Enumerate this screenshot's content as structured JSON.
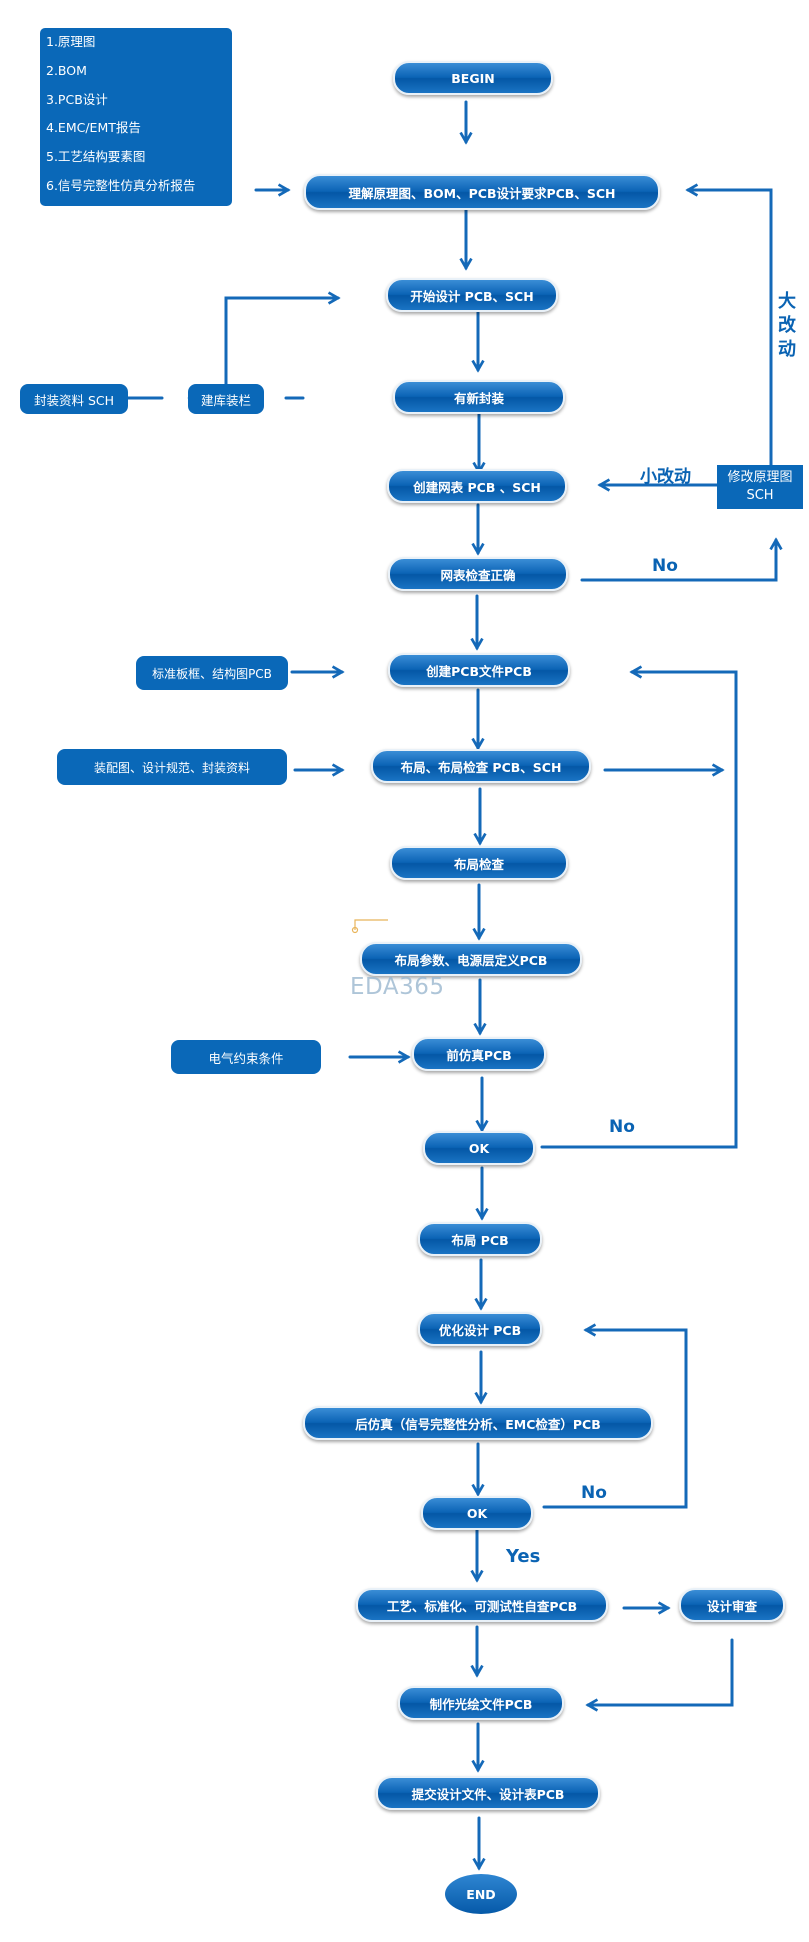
{
  "legend": [
    "1.原理图",
    "2.BOM",
    "3.PCB设计",
    "4.EMC/EMT报告",
    "5.工艺结构要素图",
    "6.信号完整性仿真分析报告"
  ],
  "nodes": {
    "begin": "BEGIN",
    "understand": "理解原理图、BOM、PCB设计要求PCB、SCH",
    "start_design": "开始设计 PCB、SCH",
    "new_package": "有新封装",
    "pkg_data_sch": "封装资料 SCH",
    "build_lib": "建库装栏",
    "create_netlist": "创建网表 PCB 、SCH",
    "modify_sch": "修改原理图SCH",
    "netlist_check": "网表检查正确",
    "create_pcb_file": "创建PCB文件PCB",
    "std_board": "标准板框、结构图PCB",
    "layout": "布局、布局检查 PCB、SCH",
    "assembly": "装配图、设计规范、封装资料",
    "layout_check": "布局检查",
    "layout_params": "布局参数、电源层定义PCB",
    "elec_constraints": "电气约束条件",
    "pre_sim": "前仿真PCB",
    "ok1": "OK",
    "routing": "布局 PCB",
    "optimize": "优化设计 PCB",
    "post_sim": "后仿真（信号完整性分析、EMC检查）PCB",
    "ok2": "OK",
    "process_check": "工艺、标准化、可测试性自查PCB",
    "design_review": "设计审查",
    "gerber": "制作光绘文件PCB",
    "submit": "提交设计文件、设计表PCB",
    "end": "END"
  },
  "labels": {
    "major_change": "大改动",
    "minor_change": "小改动",
    "no1": "No",
    "no2": "No",
    "no3": "No",
    "yes": "Yes"
  },
  "watermark": "EDA365",
  "colors": {
    "primary": "#0a68b8",
    "arrow": "#1469b8",
    "text": "#ffffff",
    "label": "#0a63b3",
    "watermark": "#9ab7cf"
  }
}
